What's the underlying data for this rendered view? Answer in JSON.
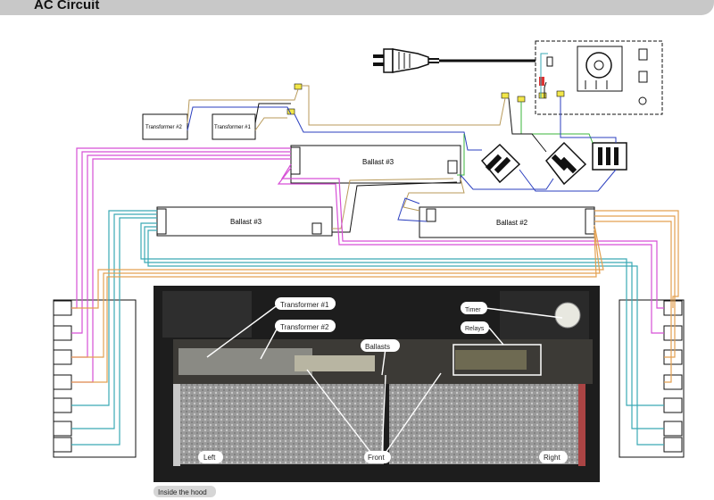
{
  "header": {
    "title": "AC Circuit"
  },
  "components": {
    "transformer_2": "Transformer #2",
    "transformer_1": "Transformer #1",
    "ballast_3_top": "Ballast #3",
    "ballast_3_left": "Ballast #3",
    "ballast_2": "Ballast #2"
  },
  "photo": {
    "labels": {
      "transformer_1": "Transformer #1",
      "transformer_2": "Transformer #2",
      "ballasts": "Ballasts",
      "timer": "Timer",
      "relays": "Relays",
      "left": "Left",
      "front": "Front",
      "right": "Right"
    },
    "caption": "Inside the hood"
  },
  "wire_colors": {
    "magenta": "#d64fd6",
    "cyan": "#3aa9b5",
    "orange": "#e3a050",
    "blue": "#2b3fbf",
    "green": "#3bb53b",
    "tan": "#b89a5a",
    "black": "#111111"
  }
}
